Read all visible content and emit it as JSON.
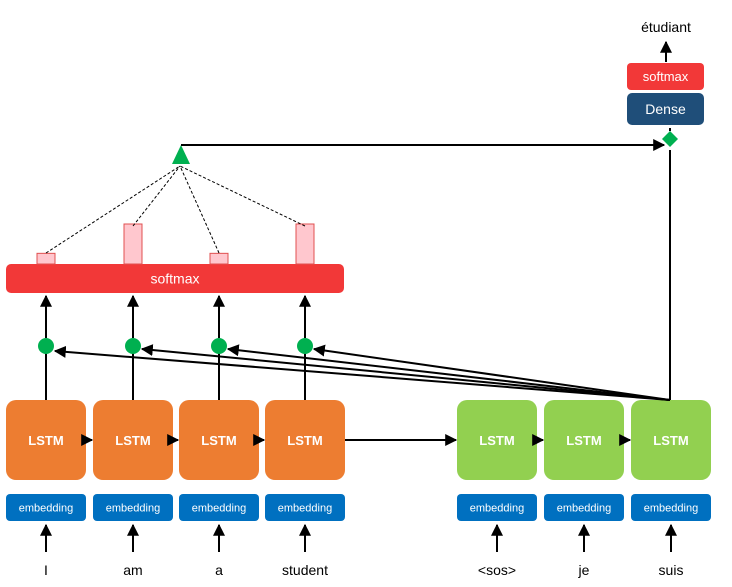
{
  "encoder": {
    "words": [
      "I",
      "am",
      "a",
      "student"
    ],
    "lstm_label": "LSTM",
    "embedding_label": "embedding"
  },
  "decoder": {
    "words": [
      "<sos>",
      "je",
      "suis"
    ],
    "lstm_label": "LSTM",
    "embedding_label": "embedding"
  },
  "attention": {
    "softmax_label": "softmax",
    "weights": [
      0.08,
      0.3,
      0.08,
      0.3
    ]
  },
  "output": {
    "dense_label": "Dense",
    "softmax_label": "softmax",
    "word": "étudiant"
  },
  "colors": {
    "encoder_lstm": "#ED7D31",
    "decoder_lstm": "#92D050",
    "embedding": "#0070C0",
    "softmax": "#F23838",
    "dense": "#1F4E79",
    "attention_bar": "#FFC7CE",
    "attention_bar_border": "#E05050",
    "node_green": "#00B050"
  }
}
